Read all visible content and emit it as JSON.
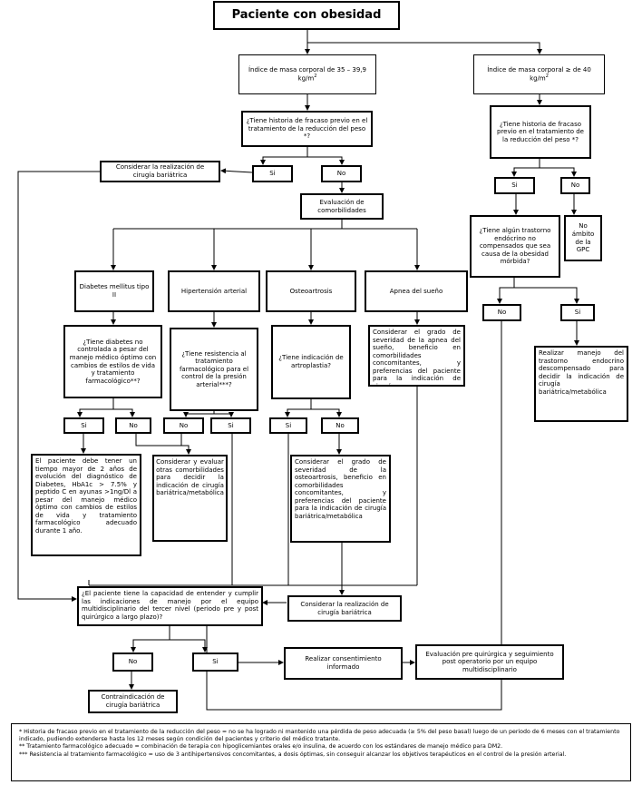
{
  "title": "Paciente con obesidad",
  "bmi_low": {
    "line1": "Índice de masa corporal de 35 – 39,9",
    "line2": "kg/m",
    "sup": "2"
  },
  "bmi_high": {
    "line1": "Índice de masa corporal ≥ de 40",
    "line2": "kg/m",
    "sup": "2"
  },
  "q_history_left": "¿Tiene historia de fracaso previo en el tratamiento de la reducción del peso *?",
  "q_history_right": "¿Tiene historia de fracaso previo en el tratamiento de la reducción del peso *?",
  "yes": "Si",
  "no": "No",
  "consider_top": "Considerar la realización de cirugía bariátrica",
  "eval_comorb": "Evaluación de comorbilidades",
  "no_scope": "No ámbito de la GPC",
  "q_endocrine": "¿Tiene algún trastorno endócrino no compensados que sea causa de la obesidad mórbida?",
  "endocrine_manage": "Realizar manejo del trastorno endocrino descompensado para decidir la indicación de cirugía bariátrica/metabólica",
  "comorb": {
    "diabetes": "Diabetes mellitus tipo II",
    "hta": "Hipertensión arterial",
    "osteo": "Osteoartrosis",
    "apnea": "Apnea del sueño"
  },
  "q_diabetes": "¿Tiene diabetes no controlada a pesar del manejo médico óptimo con cambios de estilos de vida y tratamiento farmacológico**?",
  "q_hta": "¿Tiene resistencia al tratamiento farmacológico para el control de la presión arterial***?",
  "q_osteo": "¿Tiene indicación de artroplastia?",
  "apnea_consider": "Considerar el grado de severidad de la apnea del sueño, beneficio en comorbilidades concomitantes, y preferencias del paciente para la indicación de cirugía bariátrica/metabólica",
  "diabetes_yes": "El paciente debe tener un tiempo mayor de 2 años de evolución del diagnóstico de Diabetes, HbA1c > 7.5% y peptido C en ayunas >1ng/Dl a pesar del manejo médico óptimo con cambios de estilos de vida y tratamiento farmacológico adecuado durante 1 año.",
  "diabetes_no": "Considerar y evaluar otras comorbilidades para decidir la indicación de cirugía bariátrica/metabólica",
  "osteo_no": "Considerar el grado de severidad de la osteoartrosis, beneficio en comorbilidades concomitantes, y preferencias del paciente para la indicación de cirugía bariátrica/metabólica",
  "consider_bottom": "Considerar la realización de cirugía bariátrica",
  "q_capacity": "¿El paciente tiene la capacidad de entender y cumplir las indicaciones de manejo por el equipo multidisciplinario del tercer nivel (periodo pre y post quirúrgico a largo plazo)?",
  "contraindication": "Contraindicación de cirugía bariátrica",
  "consent": "Realizar consentimiento informado",
  "evaluation": "Evaluación pre quirúrgica y seguimiento post operatorio por un equipo multidisciplinario",
  "footnotes": [
    "* Historia de fracaso previo en el tratamiento de la reducción del peso = no se ha logrado ni mantenido una pérdida de peso adecuada (≥ 5% del peso basal) luego de un periodo de 6 meses con el tratamiento indicado, pudiendo extenderse hasta los 12 meses según condición del pacientes y criterio del médico tratante.",
    "** Tratamiento farmacológico adecuado = combinación de terapia con hipoglicemiantes orales e/o insulina, de acuerdo con los estándares de manejo médico para DM2.",
    "*** Resistencia al tratamiento farmacológico = uso de 3 antihipertensivos concomitantes, a dosis óptimas, sin conseguir alcanzar los objetivos terapéuticos en el control de la presión arterial."
  ]
}
